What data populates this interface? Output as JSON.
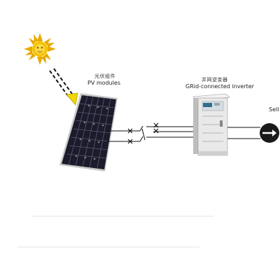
{
  "pv": {
    "label_cn": "光伏组件",
    "label_en": "PV modules"
  },
  "inverter": {
    "label_cn": "并网逆变器",
    "label_en": "GRid-connected inverter"
  },
  "sell": {
    "label": "Sell"
  },
  "colors": {
    "sun_core": "#f2b800",
    "sun_ray": "#e0a800",
    "panel_frame": "#cfcfcf",
    "panel_cell": "#1c1c2e",
    "arrow_head": "#f0d800",
    "wire": "#111111",
    "inverter_body": "#e8e8e8",
    "inverter_panel": "#cfd6dc",
    "meter_body": "#1a1a1a"
  },
  "icons": [
    "sun-icon",
    "light-arrow-icon",
    "pv-panel-icon",
    "switch-icon",
    "inverter-icon",
    "meter-icon"
  ]
}
